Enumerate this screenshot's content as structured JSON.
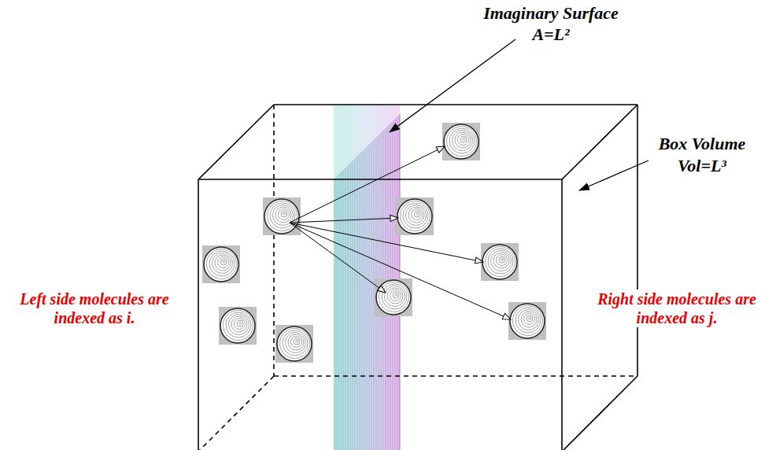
{
  "diagram": {
    "labels": [
      "Imaginary Surface",
      "A=L²",
      "Box Volume",
      "Vol=L³",
      "Left side molecules are indexed as i.",
      "Right side molecules are indexed as j."
    ]
  }
}
